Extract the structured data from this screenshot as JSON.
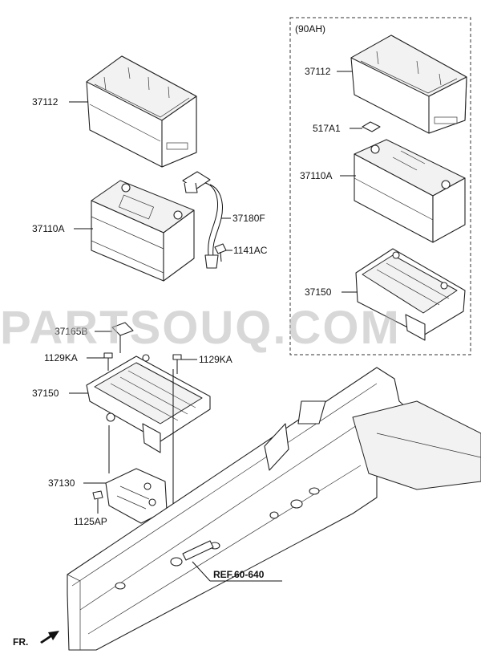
{
  "variant": {
    "label": "(90AH)"
  },
  "labels": {
    "tray_main": "37112",
    "battery_main": "37110A",
    "cable": "37180F",
    "bolt_cable": "1141AC",
    "clamp": "37165B",
    "bolt_left": "1129KA",
    "bolt_right": "1129KA",
    "bracket_main": "37150",
    "support": "37130",
    "bolt_support": "1125AP",
    "tray_90": "37112",
    "sticker_90": "517A1",
    "battery_90": "37110A",
    "bracket_90": "37150",
    "ref": "REF.60-640",
    "front": "FR."
  },
  "watermark": "PARTSOUQ.COM"
}
